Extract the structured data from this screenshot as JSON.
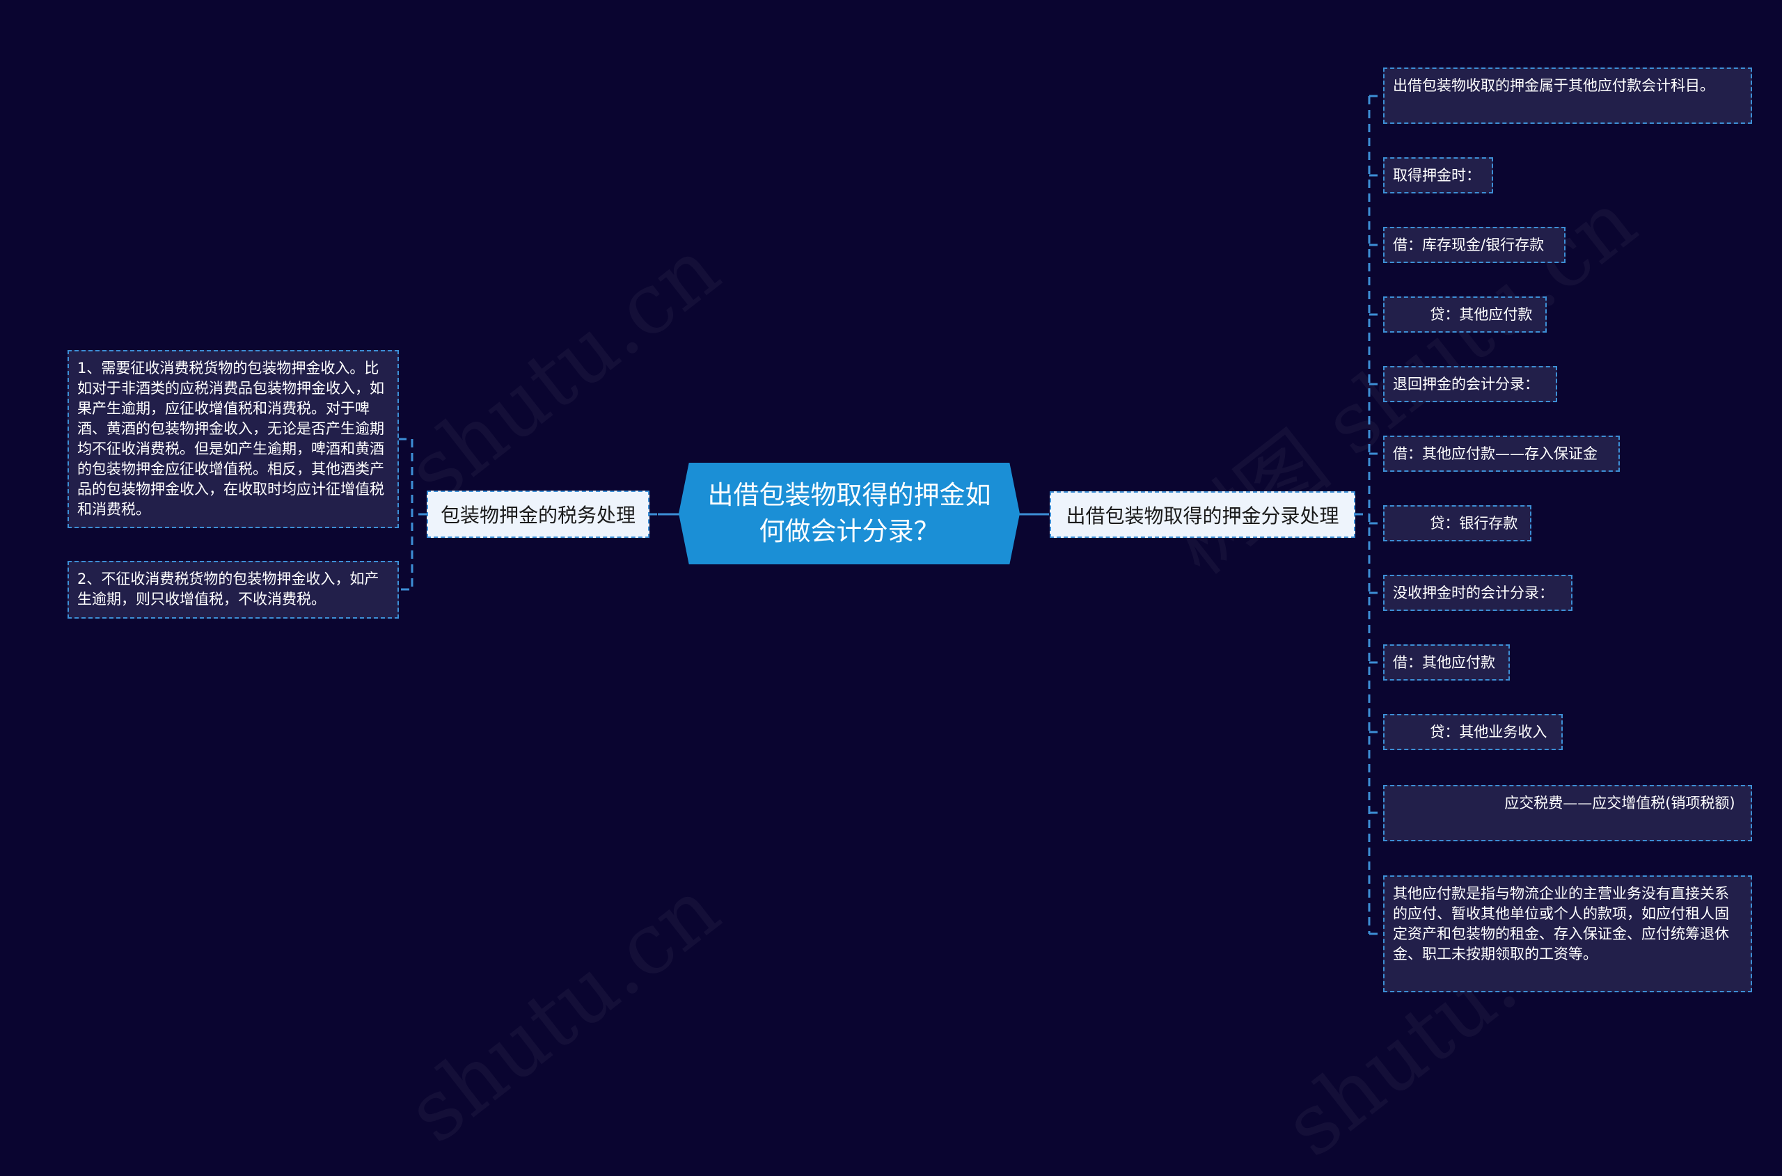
{
  "watermark": {
    "text_cn": "树图 shutu.cn",
    "text_en": "shutu.cn"
  },
  "colors": {
    "background": "#0a0530",
    "root_fill": "#1b8fd6",
    "branch_fill": "#eef4fc",
    "leaf_fill": "#221f4a",
    "connector": "#3d8fd6"
  },
  "root": {
    "label": "出借包装物取得的押金如何做会计分录？"
  },
  "left_branch": {
    "label": "包装物押金的税务处理",
    "children": [
      {
        "text": "1、需要征收消费税货物的包装物押金收入。比如对于非酒类的应税消费品包装物押金收入，如果产生逾期，应征收增值税和消费税。对于啤酒、黄酒的包装物押金收入，无论是否产生逾期均不征收消费税。但是如产生逾期，啤酒和黄酒的包装物押金应征收增值税。相反，其他酒类产品的包装物押金收入，在收取时均应计征增值税和消费税。"
      },
      {
        "text": "2、不征收消费税货物的包装物押金收入，如产生逾期，则只收增值税，不收消费税。"
      }
    ]
  },
  "right_branch": {
    "label": "出借包装物取得的押金分录处理",
    "children": [
      {
        "text": "出借包装物收取的押金属于其他应付款会计科目。"
      },
      {
        "text": "取得押金时："
      },
      {
        "text": "借：库存现金/银行存款"
      },
      {
        "text": "        贷：其他应付款"
      },
      {
        "text": "退回押金的会计分录："
      },
      {
        "text": "借：其他应付款——存入保证金"
      },
      {
        "text": "        贷：银行存款"
      },
      {
        "text": "没收押金时的会计分录："
      },
      {
        "text": "借：其他应付款"
      },
      {
        "text": "        贷：其他业务收入"
      },
      {
        "text": "                        应交税费——应交增值税(销项税额)"
      },
      {
        "text": "其他应付款是指与物流企业的主营业务没有直接关系的应付、暂收其他单位或个人的款项，如应付租人固定资产和包装物的租金、存入保证金、应付统筹退休金、职工未按期领取的工资等。"
      }
    ]
  }
}
